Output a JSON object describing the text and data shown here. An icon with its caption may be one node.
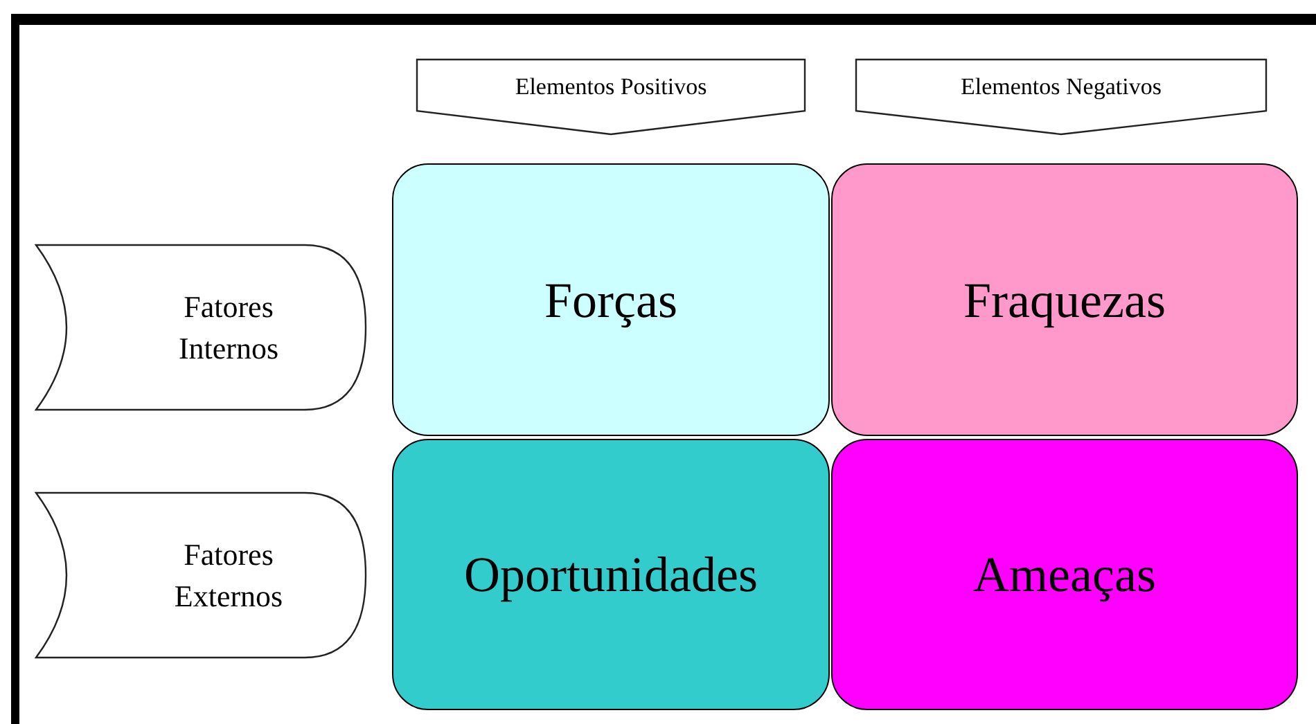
{
  "diagram": {
    "nodes": [
      {
        "text": [
          "Elementos Positivos"
        ]
      },
      {
        "text": [
          "Elementos Negativos"
        ]
      },
      {
        "text": [
          "Fatores Internos"
        ]
      },
      {
        "text": [
          "Forças"
        ]
      },
      {
        "text": [
          "Fraquezas"
        ]
      },
      {
        "text": [
          "Fatores Externos"
        ]
      },
      {
        "text": [
          "Oportunidades"
        ]
      },
      {
        "text": [
          "Ameaças"
        ]
      }
    ]
  }
}
